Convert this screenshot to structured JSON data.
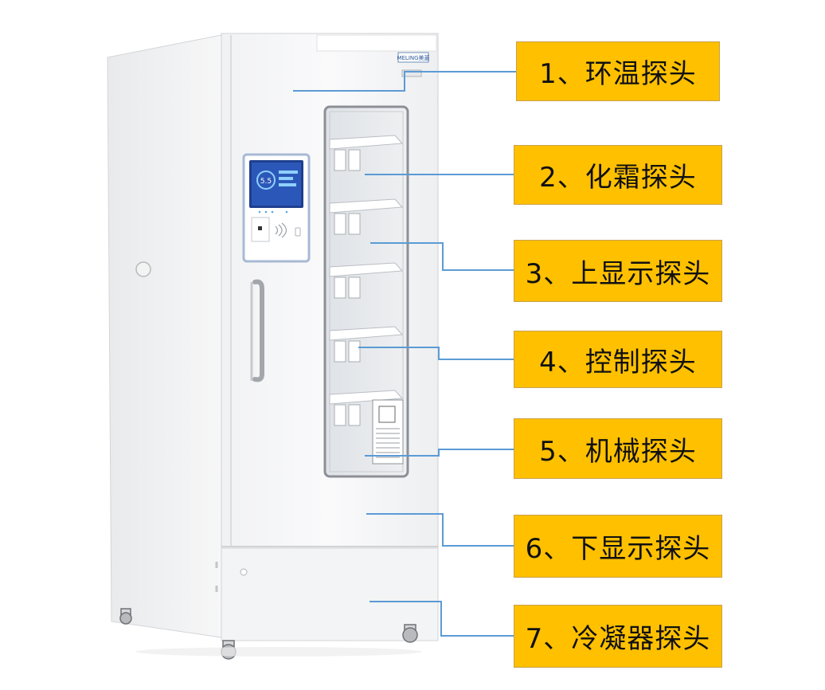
{
  "brand": {
    "text": "MELING美菱"
  },
  "panel": {
    "display_value": "5.5"
  },
  "probes": [
    {
      "label": "1、环温探头"
    },
    {
      "label": "2、化霜探头"
    },
    {
      "label": "3、上显示探头"
    },
    {
      "label": "4、控制探头"
    },
    {
      "label": "5、机械探头"
    },
    {
      "label": "6、下显示探头"
    },
    {
      "label": "7、冷凝器探头"
    }
  ],
  "colors": {
    "label_fill": "#ffc000",
    "leader_line": "#5b9bd5",
    "cabinet": "#f4f5f7"
  }
}
